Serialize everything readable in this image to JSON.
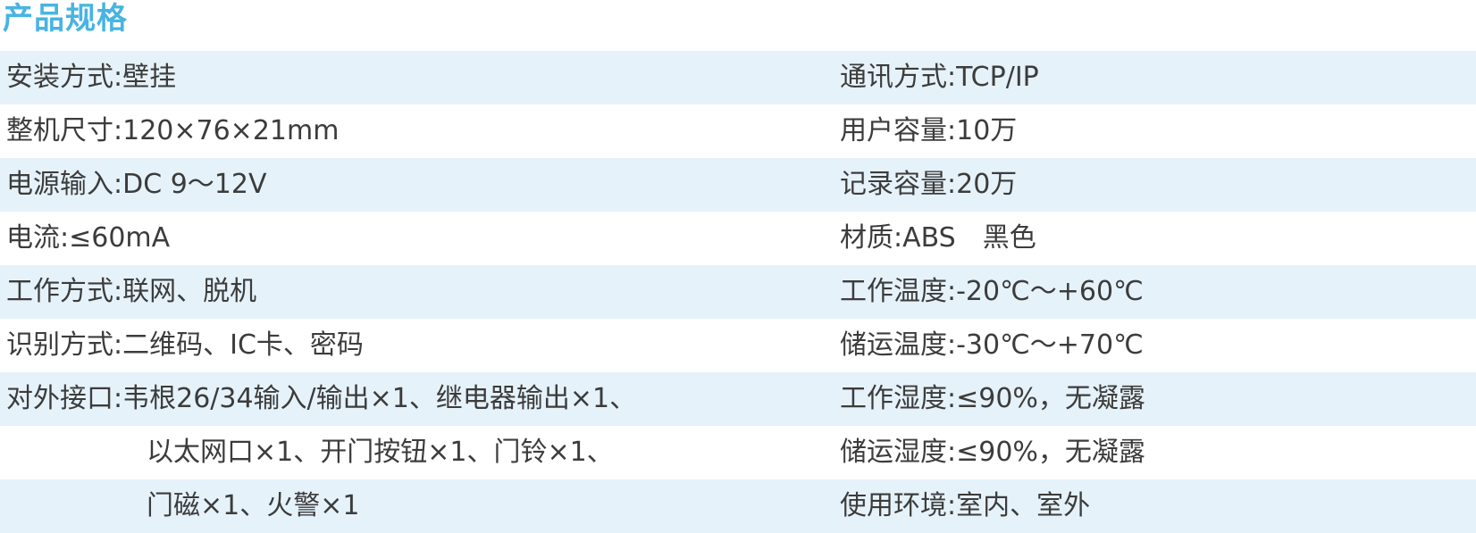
{
  "section_title": "产品规格",
  "colors": {
    "title": "#47b4e2",
    "row_shade": "#e6f2fa",
    "text": "#3c3c3c"
  },
  "rows": [
    {
      "left": "安装方式:壁挂",
      "right": "通讯方式:TCP/IP"
    },
    {
      "left": "整机尺寸:120×76×21mm",
      "right": "用户容量:10万"
    },
    {
      "left": "电源输入:DC 9～12V",
      "right": "记录容量:20万"
    },
    {
      "left": "电流:≤60mA",
      "right": "材质:ABS　黑色"
    },
    {
      "left": "工作方式:联网、脱机",
      "right": "工作温度:-20℃～+60℃"
    },
    {
      "left": "识别方式:二维码、IC卡、密码",
      "right": "储运温度:-30℃～+70℃"
    },
    {
      "left": "对外接口:韦根26/34输入/输出×1、继电器输出×1、",
      "right": "工作湿度:≤90%，无凝露"
    },
    {
      "left": "以太网口×1、开门按钮×1、门铃×1、",
      "right": "储运湿度:≤90%，无凝露"
    },
    {
      "left": "门磁×1、火警×1",
      "right": "使用环境:室内、室外"
    }
  ]
}
